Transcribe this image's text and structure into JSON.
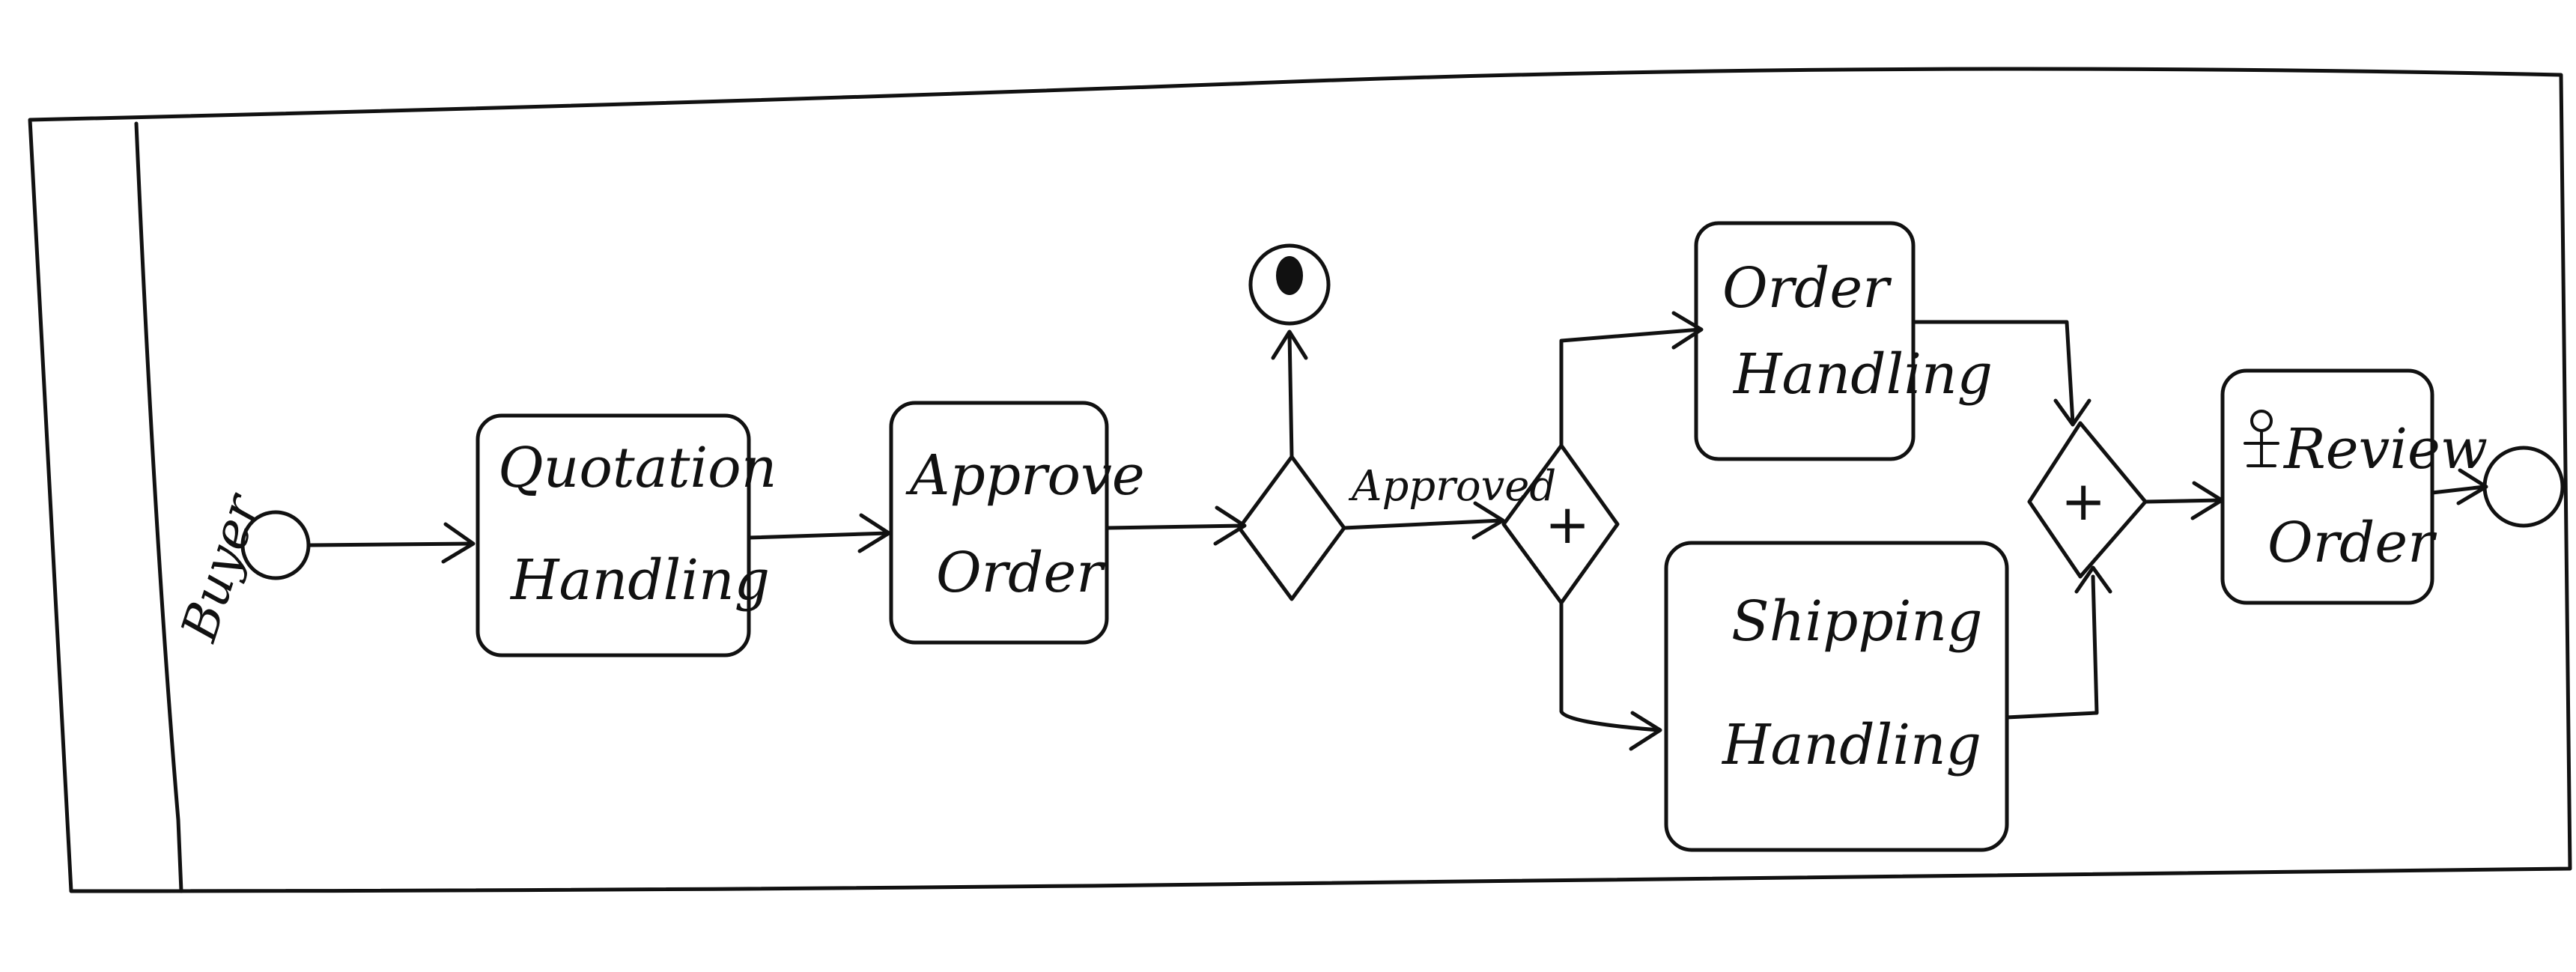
{
  "lane": {
    "label": "Buyer"
  },
  "tasks": {
    "quotation": {
      "line1": "Quotation",
      "line2": "Handling"
    },
    "approve": {
      "line1": "Approve",
      "line2": "Order"
    },
    "order_handling": {
      "line1": "Order",
      "line2": "Handling"
    },
    "shipping": {
      "line1": "Shipping",
      "line2": "Handling"
    },
    "review": {
      "line1": "Review",
      "line2": "Order"
    }
  },
  "gateways": {
    "parallel_split": {
      "symbol": "+"
    },
    "parallel_join": {
      "symbol": "+"
    }
  },
  "flows": {
    "approved": {
      "label": "Approved"
    }
  }
}
